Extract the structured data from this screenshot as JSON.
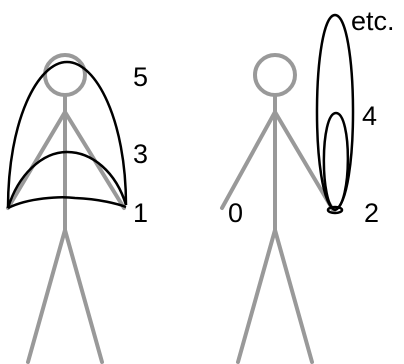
{
  "colors": {
    "figure": "#999999",
    "loop": "#000000",
    "background": "#ffffff"
  },
  "labels": {
    "n5": "5",
    "n3": "3",
    "n1": "1",
    "n0": "0",
    "n2": "2",
    "n4": "4",
    "etc": "etc."
  }
}
